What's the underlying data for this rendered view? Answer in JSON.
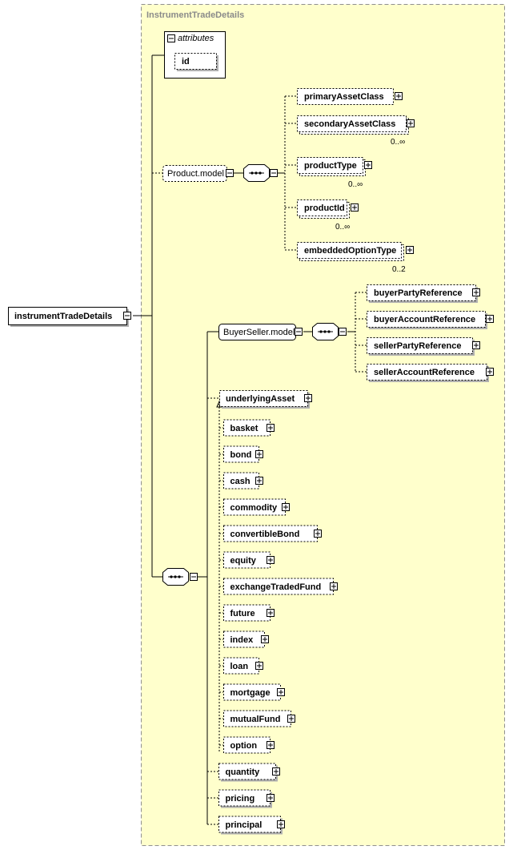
{
  "colors": {
    "type_bg": "#ffffcc",
    "type_border": "#909090",
    "node_bg": "#ffffff",
    "line": "#000000"
  },
  "diagram": {
    "type_title": "InstrumentTradeDetails",
    "root": "instrumentTradeDetails",
    "attributes_label": "attributes",
    "attributes": [
      "id"
    ],
    "product_model": {
      "name": "Product.model",
      "children": [
        {
          "name": "primaryAssetClass",
          "card": ""
        },
        {
          "name": "secondaryAssetClass",
          "card": "0..∞"
        },
        {
          "name": "productType",
          "card": "0..∞"
        },
        {
          "name": "productId",
          "card": "0..∞"
        },
        {
          "name": "embeddedOptionType",
          "card": "0..2"
        }
      ]
    },
    "buyer_seller_model": {
      "name": "BuyerSeller.model",
      "children": [
        {
          "name": "buyerPartyReference"
        },
        {
          "name": "buyerAccountReference"
        },
        {
          "name": "sellerPartyReference"
        },
        {
          "name": "sellerAccountReference"
        }
      ]
    },
    "underlying_asset": "underlyingAsset",
    "asset_substitutes": [
      "basket",
      "bond",
      "cash",
      "commodity",
      "convertibleBond",
      "equity",
      "exchangeTradedFund",
      "future",
      "index",
      "loan",
      "mortgage",
      "mutualFund",
      "option"
    ],
    "trailing_elements": [
      "quantity",
      "pricing",
      "principal"
    ]
  }
}
